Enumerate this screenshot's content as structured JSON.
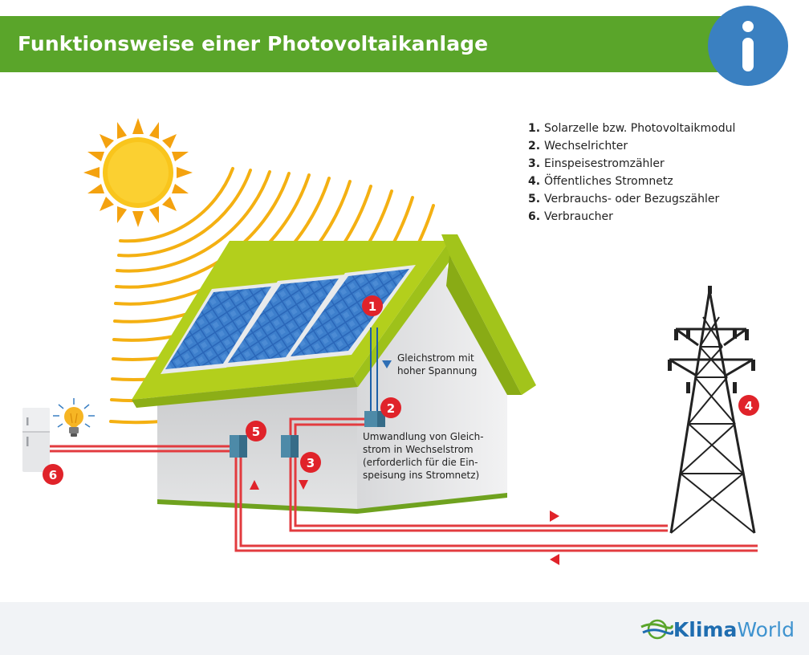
{
  "header": {
    "title": "Funktionsweise einer Photovoltaikanlage",
    "info_glyph": "info-icon",
    "green": "#5aa52a",
    "blue": "#3a80c1"
  },
  "legend": {
    "items": [
      {
        "num": "1.",
        "label": "Solarzelle bzw. Photovoltaikmodul"
      },
      {
        "num": "2.",
        "label": "Wechselrichter"
      },
      {
        "num": "3.",
        "label": "Einspeisestromzähler"
      },
      {
        "num": "4.",
        "label": "Öffentliches Stromnetz"
      },
      {
        "num": "5.",
        "label": "Verbrauchs- oder Bezugszähler"
      },
      {
        "num": "6.",
        "label": "Verbraucher"
      }
    ]
  },
  "markers": {
    "m1": "1",
    "m2": "2",
    "m3": "3",
    "m4": "4",
    "m5": "5",
    "m6": "6",
    "color": "#e0232a"
  },
  "notes": {
    "dc": "Gleichstrom mit\nhoher Spannung",
    "inverter": "Umwandlung von Gleich-\nstrom in Wechselstrom\n(erforderlich für die Ein-\nspeisung ins Stromnetz)"
  },
  "brand": {
    "part1": "Klima",
    "part2": "World",
    "icon": "globe-wave-icon"
  }
}
